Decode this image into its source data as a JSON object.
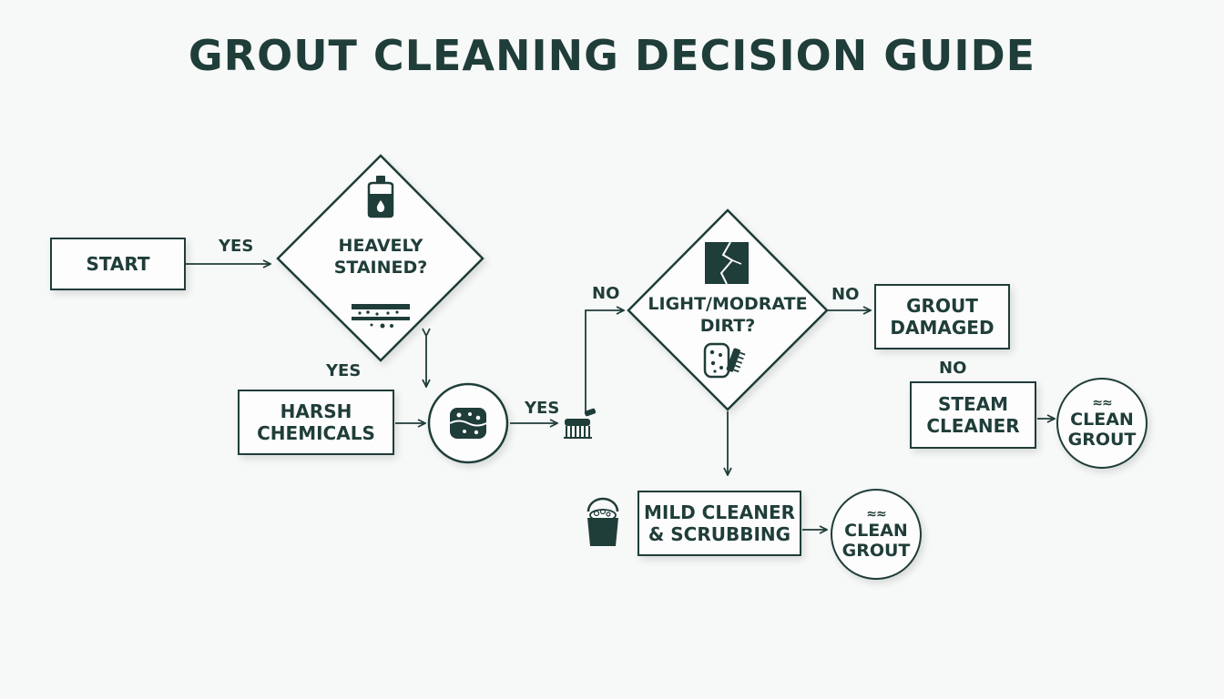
{
  "title": "GROUT CLEANING DECISION GUIDE",
  "nodes": {
    "start": "START",
    "heavily_stained": "HEAVELY\nSTAINED?",
    "harsh_chemicals": "HARSH\nCHEMICALS",
    "light_moderate": "LIGHT/MODRATE\nDIRT?",
    "grout_damaged": "GROUT\nDAMAGED",
    "steam_cleaner": "STEAM\nCLEANER",
    "clean_grout_right": "CLEAN\nGROUT",
    "mild_cleaner": "MILD CLEANER\n& SCRUBBING",
    "clean_grout_bottom": "CLEAN\nGROUT"
  },
  "edges": {
    "start_to_stained": "YES",
    "stained_down": "YES",
    "sponge_to_brush": "YES",
    "to_light_dirt": "NO",
    "light_to_damaged": "NO",
    "damaged_to_steam": "NO"
  },
  "colors": {
    "ink": "#1f3d39",
    "background": "#f7f8f8"
  },
  "icons": [
    "bottle-icon",
    "grout-line-icon",
    "sponge-icon",
    "brush-icon",
    "cracked-tile-icon",
    "sponge-brush-icon",
    "bucket-icon",
    "steam-icon"
  ]
}
